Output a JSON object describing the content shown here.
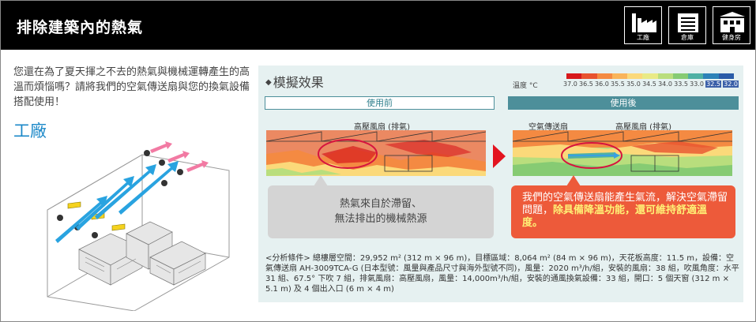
{
  "header": {
    "title": "排除建築內的熱氣",
    "icons": [
      {
        "name": "factory-icon",
        "label": "工廠"
      },
      {
        "name": "warehouse-icon",
        "label": "倉庫"
      },
      {
        "name": "gym-icon",
        "label": "健身房"
      }
    ]
  },
  "intro": {
    "text": "您還在為了夏天揮之不去的熱氣與機械運轉產生的高溫而煩惱嗎？請將我們的空氣傳送扇與您的換氣設備搭配使用！",
    "section_title": "工廠"
  },
  "simulation": {
    "title": "模擬效果",
    "legend": {
      "label": "溫度 °C",
      "ticks": [
        "37.0",
        "36.5",
        "36.0",
        "35.5",
        "35.0",
        "34.5",
        "34.0",
        "33.5",
        "33.0",
        "32.5",
        "32.0"
      ],
      "colors": [
        "#d7191c",
        "#e8532f",
        "#f48a42",
        "#f9b45a",
        "#fbd97a",
        "#e9ea86",
        "#b9de7d",
        "#86cb73",
        "#4fb0a4",
        "#2d82b8",
        "#2b5ca8"
      ]
    },
    "before": {
      "tab": "使用前",
      "label_fan": "高壓風扇 (排氣)",
      "callout": [
        "熱氣來自於滯留、",
        "無法排出的機械熱源"
      ]
    },
    "after": {
      "tab": "使用後",
      "label_sender": "空氣傳送扇",
      "label_fan": "高壓風扇 (排氣)",
      "callout_normal": "我們的空氣傳送扇能產生氣流，解決空氣滯留問題，",
      "callout_highlight": "除具備降溫功能，還可維持舒適溫度。"
    },
    "conditions": "<分析條件> 總樓層空間：29,952 m² (312 m × 96 m)，目標區域：8,064 m² (84 m × 96 m)，天花板高度：11.5 m，設備：空氣傳送扇 AH-3009TCA-G (日本型號：風量與產品尺寸與海外型號不同)，風量：2020 m³/h/組，安裝的風扇：38 組，吹風角度：水平 31 組、67.5° 下吹 7 組，排氣風扇：高壓風扇，風量：14,000m³/h/組，安裝的通風換氣設備：33 組，開口：5 個天窗 (312 m × 5.1 m) 及 4 個出入口 (6 m × 4 m)"
  }
}
